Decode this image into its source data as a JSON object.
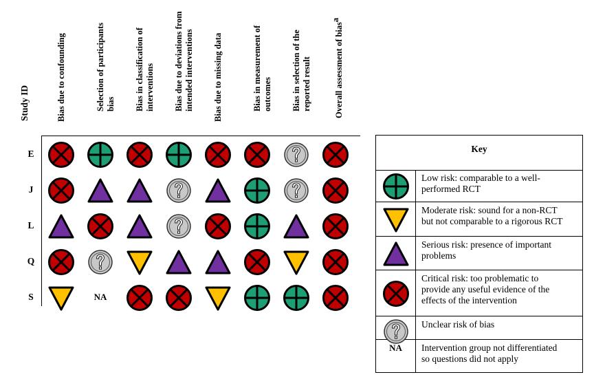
{
  "study_header": "Study ID",
  "columns": [
    {
      "line1": "Bias due to confounding",
      "line2": ""
    },
    {
      "line1": "Selection of participants",
      "line2": "bias"
    },
    {
      "line1": "Bias in classification of",
      "line2": "interventions"
    },
    {
      "line1": "Bias due to deviations from",
      "line2": "intended interventions"
    },
    {
      "line1": "Bias due to missing data",
      "line2": ""
    },
    {
      "line1": "Bias in measurement of",
      "line2": "outcomes"
    },
    {
      "line1": "Bias in selection of the",
      "line2": "reported result"
    },
    {
      "line1": "Overall assessment of bias",
      "line2": "",
      "superscript": "a"
    }
  ],
  "rows": [
    {
      "id": "E",
      "ratings": [
        "critical",
        "low",
        "critical",
        "low",
        "critical",
        "critical",
        "unclear",
        "critical"
      ]
    },
    {
      "id": "J",
      "ratings": [
        "critical",
        "serious",
        "serious",
        "unclear",
        "serious",
        "low",
        "unclear",
        "critical"
      ]
    },
    {
      "id": "L",
      "ratings": [
        "serious",
        "critical",
        "serious",
        "unclear",
        "critical",
        "low",
        "serious",
        "critical"
      ]
    },
    {
      "id": "Q",
      "ratings": [
        "critical",
        "unclear",
        "moderate",
        "serious",
        "serious",
        "critical",
        "moderate",
        "critical"
      ]
    },
    {
      "id": "S",
      "ratings": [
        "moderate",
        "na",
        "critical",
        "critical",
        "moderate",
        "low",
        "low",
        "critical"
      ]
    }
  ],
  "na_label": "NA",
  "key": {
    "title": "Key",
    "items": [
      {
        "symbol": "low",
        "line1": "Low risk: comparable to a well-",
        "line2": "performed RCT",
        "line3": ""
      },
      {
        "symbol": "moderate",
        "line1": "Moderate risk: sound for a non-RCT",
        "line2": "but not comparable to a rigorous RCT",
        "line3": ""
      },
      {
        "symbol": "serious",
        "line1": "Serious risk: presence of important",
        "line2": "problems",
        "line3": ""
      },
      {
        "symbol": "critical",
        "line1": "Critical risk: too problematic to",
        "line2": "provide any useful evidence of the",
        "line3": "effects of the intervention"
      },
      {
        "symbol": "unclear",
        "line1": "Unclear risk of bias",
        "line2": "",
        "line3": ""
      },
      {
        "symbol": "na",
        "label": "NA",
        "line1": "Intervention group not differentiated",
        "line2": "so questions did not apply",
        "line3": ""
      }
    ]
  },
  "colors": {
    "low": "#1e9e74",
    "moderate": "#ffc000",
    "serious": "#7030a0",
    "critical": "#c00000",
    "unclear": "#c8c8c8"
  }
}
